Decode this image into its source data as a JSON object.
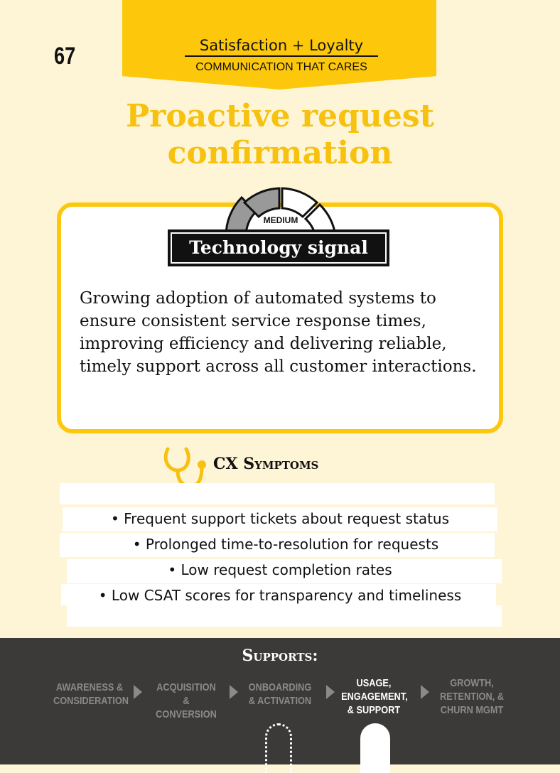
{
  "card": {
    "number": "67",
    "category": "Satisfaction + Loyalty",
    "subcategory": "COMMUNICATION THAT CARES",
    "title_line1": "Proactive request",
    "title_line2": "confirmation"
  },
  "signal": {
    "level": "MEDIUM",
    "level_fraction": 0.5,
    "label": "Technology signal",
    "description": "Growing adoption of automated systems to ensure consistent service response times, improving efficiency and delivering reliable, timely support across all customer interactions."
  },
  "symptoms": {
    "heading": "CX Symptoms",
    "items": [
      "• Frequent support tickets about request status",
      "• Prolonged time-to-resolution for requests",
      "• Low request completion rates",
      "• Low CSAT scores for transparency and timeliness"
    ]
  },
  "supports": {
    "heading": "Supports:",
    "stages": [
      "AWARENESS & CONSIDERATION",
      "ACQUISITION & CONVERSION",
      "ONBOARDING & ACTIVATION",
      "USAGE, ENGAGEMENT, & SUPPORT",
      "GROWTH, RETENTION, & CHURN MGMT"
    ],
    "active_index": 3,
    "partial_index": 2
  },
  "colors": {
    "accent": "#fdc80c",
    "title": "#f7c10f",
    "footer": "#3b3a39",
    "background": "#fdf5d6"
  }
}
